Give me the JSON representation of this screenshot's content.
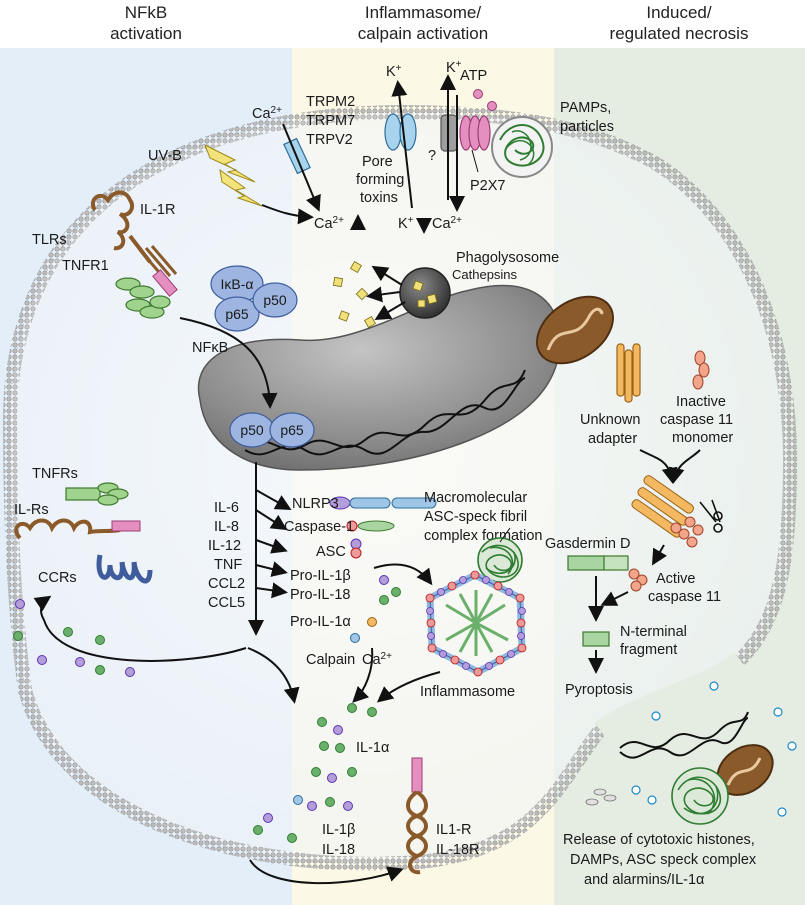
{
  "headers": {
    "left": [
      "NFkB",
      "activation"
    ],
    "center": [
      "Inflammasome/",
      "calpain activation"
    ],
    "right": [
      "Induced/",
      "regulated necrosis"
    ]
  },
  "labels": {
    "ca_in": "Ca",
    "ca_in_sup": "2+",
    "trpm2": "TRPM2",
    "trpm7": "TRPM7",
    "trpv2": "TRPV2",
    "k_out1": "K",
    "k_out1_sup": "+",
    "k_out2": "K",
    "k_out2_sup": "+",
    "atp": "ATP",
    "pamps": [
      "PAMPs,",
      "particles"
    ],
    "uvb": "UV-B",
    "pore_toxins": [
      "Pore",
      "forming",
      "toxins"
    ],
    "question": "?",
    "p2x7": "P2X7",
    "ca_cyto_left": "Ca",
    "ca_cyto_left_sup": "2+",
    "k_down": "K",
    "k_down_sup": "+",
    "ca_cyto_right": "Ca",
    "ca_cyto_right_sup": "2+",
    "il1r_top": "IL-1R",
    "tlrs": "TLRs",
    "tnfr1": "TNFR1",
    "phagolysosome": "Phagolysosome",
    "cathepsins": "Cathepsins",
    "ikb": "IκB-α",
    "p65_top": "p65",
    "p50_top": "p50",
    "nfkb": "NFκB",
    "p50_nuc": "p50",
    "p65_nuc": "p65",
    "unknown_adapter": [
      "Unknown",
      "adapter"
    ],
    "inactive_casp11": [
      "Inactive",
      "caspase 11",
      "monomer"
    ],
    "tnfrs": "TNFRs",
    "il_rs": "IL-Rs",
    "ccrs": "CCRs",
    "cytokines": [
      "IL-6",
      "IL-8",
      "IL-12",
      "TNF",
      "CCL2",
      "CCL5"
    ],
    "nlrp3": "NLRP3",
    "caspase1": "Caspase-1",
    "asc": "ASC",
    "pro_il1b": "Pro-IL-1β",
    "pro_il18": "Pro-IL-18",
    "pro_il1a": "Pro-IL-1α",
    "calpain": "Calpain",
    "ca_calpain": "Ca",
    "ca_calpain_sup": "2+",
    "macromolecular": [
      "Macromolecular",
      "ASC-speck fibril",
      "complex formation"
    ],
    "inflammasome": "Inflammasome",
    "gasdermin": "Gasdermin D",
    "active_casp11": [
      "Active",
      "caspase 11"
    ],
    "n_terminal": [
      "N-terminal",
      "fragment"
    ],
    "pyroptosis": "Pyroptosis",
    "il1a": "IL-1α",
    "il1b": "IL-1β",
    "il18": "IL-18",
    "il1r_bottom": "IL1-R",
    "il18r": "IL-18R",
    "release": [
      "Release of cytotoxic histones,",
      "DAMPs, ASC speck complex",
      "and alarmins/IL-1α"
    ]
  },
  "colors": {
    "panel_left": "#e3eef8",
    "panel_center": "#fbf8e6",
    "panel_right": "#e5ede3",
    "cytoplasm": "#eaeef3",
    "nucleus": "#8c8c8c",
    "protein_blue": "#9db5e0",
    "green": "#2e7d32",
    "brown": "#8b5a2b",
    "yellow": "#f1e07a",
    "pink": "#e58fc0"
  }
}
